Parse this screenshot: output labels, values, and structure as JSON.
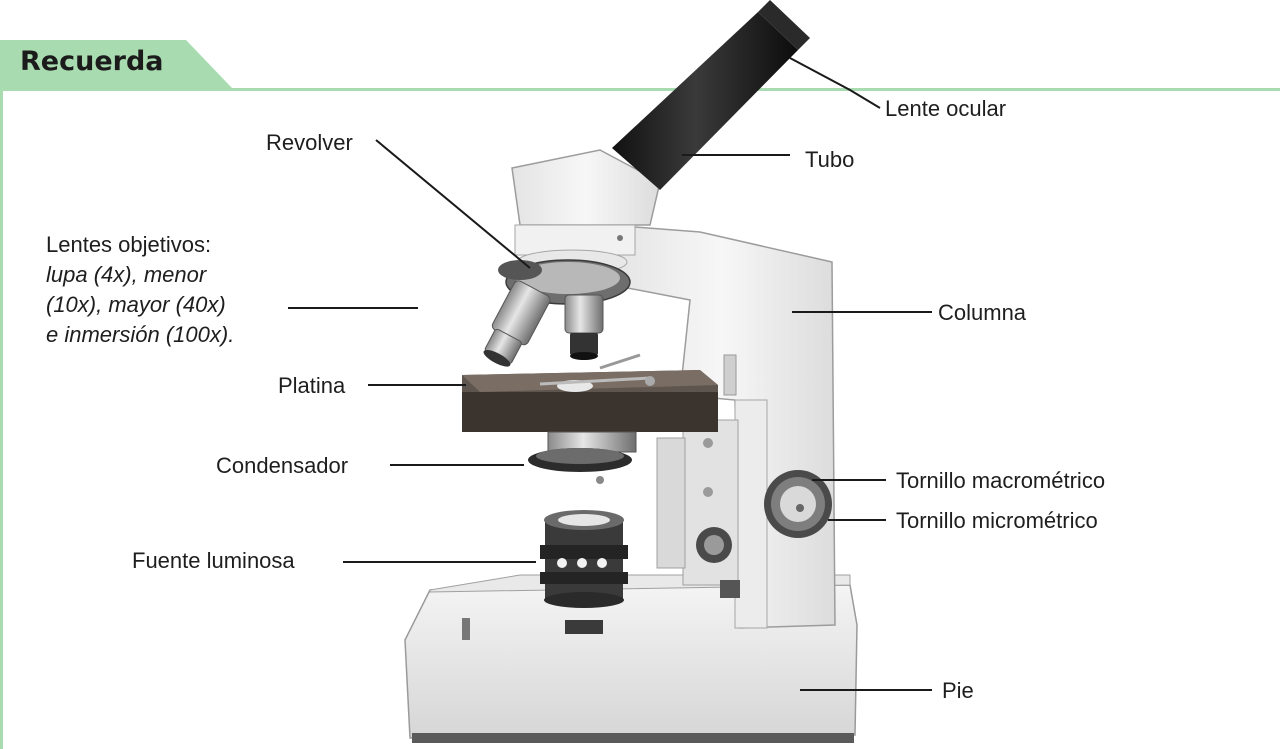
{
  "header": {
    "title": "Recuerda"
  },
  "colors": {
    "accent": "#a8dcb0",
    "line": "#1a1a1a"
  },
  "labels": {
    "lente_ocular": "Lente ocular",
    "tubo": "Tubo",
    "revolver": "Revolver",
    "objetivos_title": "Lentes objetivos:",
    "objetivos_line1": "lupa (4x), menor",
    "objetivos_line2": "(10x), mayor (40x)",
    "objetivos_line3": "e inmersión (100x).",
    "columna": "Columna",
    "platina": "Platina",
    "condensador": "Condensador",
    "macrometrico": "Tornillo macrométrico",
    "micrometrico": "Tornillo micrométrico",
    "fuente": "Fuente luminosa",
    "pie": "Pie"
  }
}
